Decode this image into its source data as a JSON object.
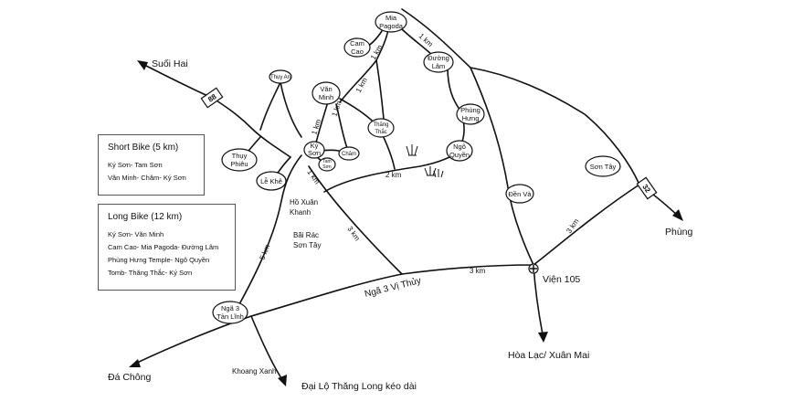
{
  "destinations": {
    "suoi_hai": "Suối Hai",
    "phung": "Phùng",
    "hoa_lac": "Hòa Lạc/ Xuân Mai",
    "da_chong": "Đá Chông",
    "dai_lo": "Đại Lộ Thăng Long kéo dài"
  },
  "places": {
    "mia_pagoda": [
      "Mia",
      "Pagoda"
    ],
    "cam_cao": [
      "Cam",
      "Cao"
    ],
    "duong_lam": [
      "Đường",
      "Lâm"
    ],
    "thuy_an": "Thụy An",
    "van_minh": [
      "Văn",
      "Minh"
    ],
    "thang_thac": [
      "Thăng",
      "Thắc"
    ],
    "phung_hung": [
      "Phùng",
      "Hưng"
    ],
    "ngo_quyen": [
      "Ngô",
      "Quyền"
    ],
    "ky_son": [
      "Ký",
      "Sơn"
    ],
    "cham": "Chăm",
    "tam_son": [
      "Tam",
      "Sơn"
    ],
    "thuy_phieu": [
      "Thụy",
      "Phiêu"
    ],
    "le_khe": "Lễ Khê",
    "son_tay": "Sơn Tây",
    "den_va": "Đền Và",
    "nga3_tan_linh": [
      "Ngã 3",
      "Tản Lĩnh"
    ]
  },
  "landmarks": {
    "ho_xuan_khanh": [
      "Hồ Xuân",
      "Khanh"
    ],
    "bai_rac": [
      "Bãi Rác",
      "Sơn Tây"
    ],
    "khoang_xanh": "Khoang Xanh",
    "vien_105": "Viện 105"
  },
  "road_labels": {
    "nga3_vi_thuy": "Ngã 3 Vị Thủy"
  },
  "routes": {
    "r88": "88",
    "r32": "32"
  },
  "distances": {
    "d_mia_top": "1 km",
    "d_mia_cam": "1 km",
    "d_van_right": "1 km",
    "d_van_mid": "1 km",
    "d_van_left": "1 km",
    "d_ky_down": "1 km",
    "d_2km": "2 km",
    "d_3km_center": "3 km",
    "d_3km_bottom": "3 km",
    "d_3km_right": "3 km",
    "d_5km": "5 km"
  },
  "legend": {
    "short": {
      "title": "Short Bike (5 km)",
      "rows": [
        "Ký Sơn- Tam Sơn",
        "Văn Minh- Chăm- Ký Sơn"
      ]
    },
    "long": {
      "title": "Long Bike (12 km)",
      "rows": [
        "Ký Sơn- Văn Minh",
        "Cam Cao- Mia Pagoda- Đường Lâm",
        "Phùng Hưng Temple- Ngô Quyền",
        "Tomb- Thăng Thắc- Ký Sơn"
      ]
    }
  }
}
